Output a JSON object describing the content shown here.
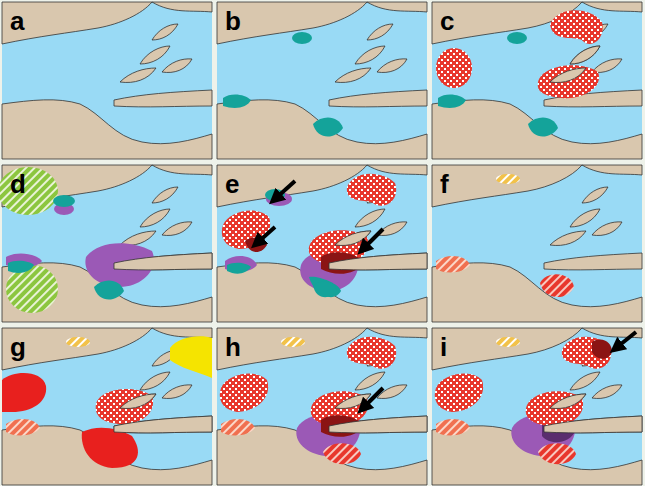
{
  "diagram": {
    "labels": [
      "a",
      "b",
      "c",
      "d",
      "e",
      "f",
      "g",
      "h",
      "i"
    ]
  }
}
